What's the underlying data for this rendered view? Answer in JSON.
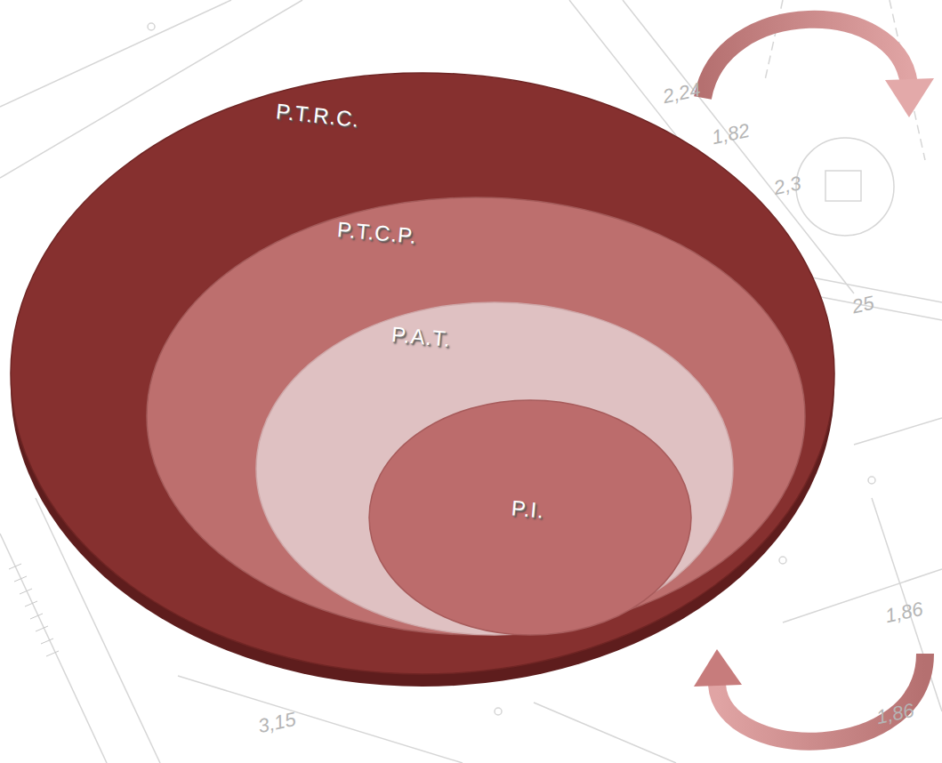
{
  "diagram": {
    "nodes": [
      {
        "text": [
          "P.T.R.C."
        ]
      },
      {
        "text": [
          "P.T.C.P."
        ],
        "in": 0
      },
      {
        "text": [
          "P.A.T."
        ],
        "in": 1
      },
      {
        "text": [
          "P.I."
        ],
        "in": 2
      }
    ],
    "labels": [
      "2,24",
      "1,82",
      "2,3",
      "25",
      "1,86",
      "3,15",
      "1,86"
    ]
  }
}
